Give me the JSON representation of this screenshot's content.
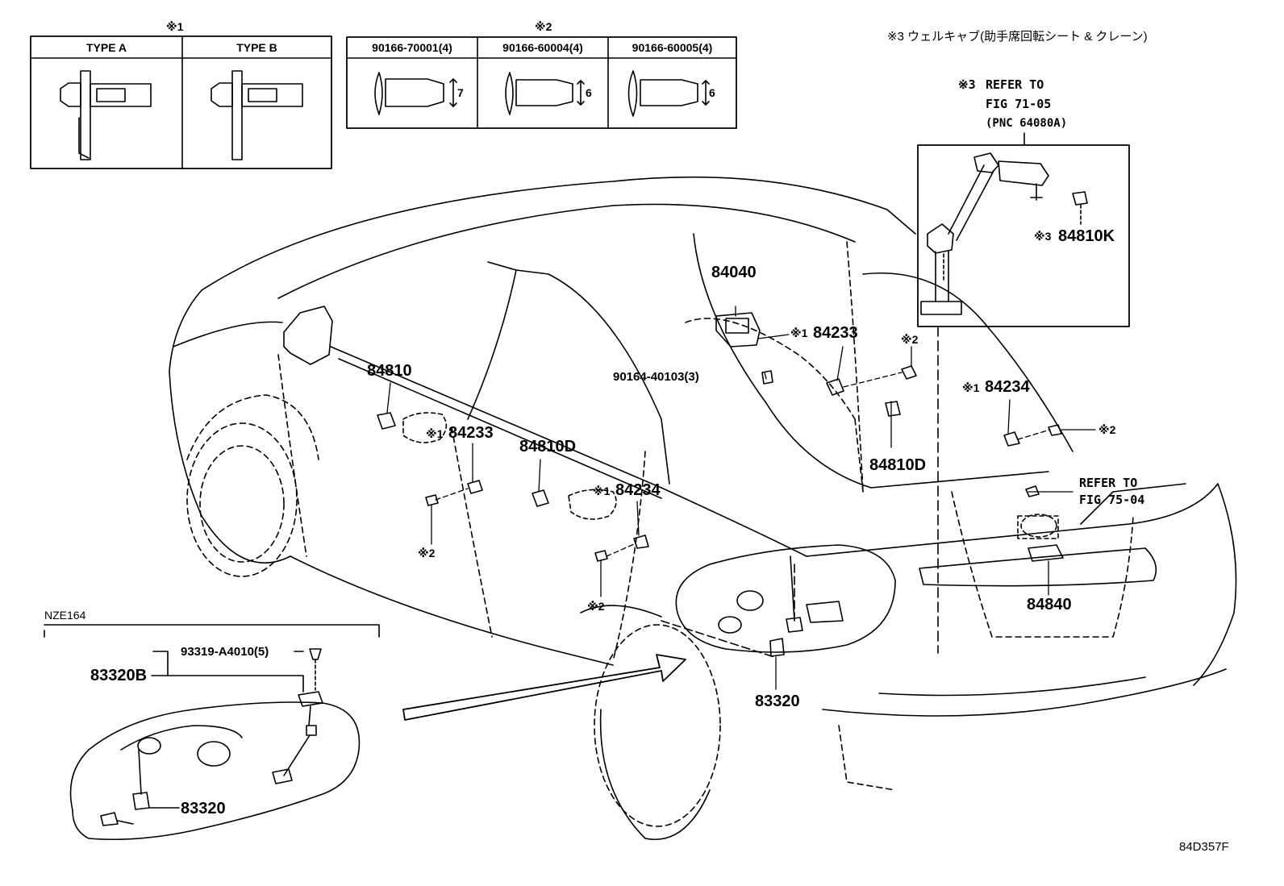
{
  "notes": {
    "note1_mark": "※1",
    "note2_mark": "※2",
    "note3_text": "※3 ウェルキャブ(助手席回転シート & クレーン)"
  },
  "table1": {
    "headers": [
      "TYPE A",
      "TYPE B"
    ]
  },
  "table2": {
    "headers": [
      "90166-70001(4)",
      "90166-60004(4)",
      "90166-60005(4)"
    ],
    "dims": [
      "7",
      "6",
      "6"
    ]
  },
  "inset": {
    "refer_mark": "※3",
    "refer_line1": "REFER TO",
    "refer_line2": "FIG 71-05",
    "refer_line3": "(PNC 64080A)",
    "part_mark": "※3",
    "part": "84810K"
  },
  "callouts": {
    "p84040": "84040",
    "p84233_top_mark": "※1",
    "p84233_top": "84233",
    "note2_a": "※2",
    "p90164": "90164-40103(3)",
    "p84810": "84810",
    "p84233_left_mark": "※1",
    "p84233_left": "84233",
    "p84810d_mid": "84810D",
    "p84234_mid_mark": "※1",
    "p84234_mid": "84234",
    "note2_b": "※2",
    "note2_c": "※2",
    "p84810d_right": "84810D",
    "p84234_right_mark": "※1",
    "p84234_right": "84234",
    "note2_d": "※2",
    "refer_rear_1": "REFER TO",
    "refer_rear_2": "FIG 75-04",
    "p84840": "84840",
    "p83320_car": "83320"
  },
  "nze": {
    "title": "NZE164",
    "p93319": "93319-A4010(5)",
    "p83320b": "83320B",
    "p83320": "83320"
  },
  "footer": {
    "code": "84D357F"
  }
}
